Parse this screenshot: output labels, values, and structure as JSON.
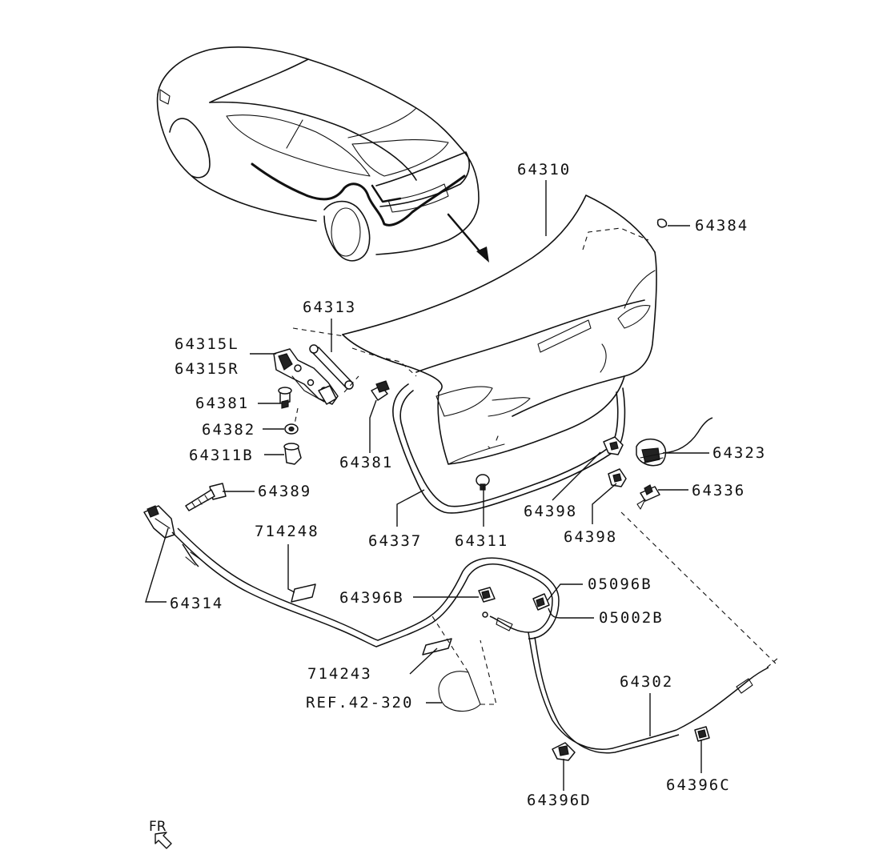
{
  "labels": {
    "p64310": "64310",
    "p64384": "64384",
    "p64313": "64313",
    "p64315L": "64315L",
    "p64315R": "64315R",
    "p64381a": "64381",
    "p64382": "64382",
    "p64311B": "64311B",
    "p64381b": "64381",
    "p64323": "64323",
    "p64336": "64336",
    "p64398a": "64398",
    "p64398b": "64398",
    "p64389": "64389",
    "p64337": "64337",
    "p64311": "64311",
    "p714248": "714248",
    "p64314": "64314",
    "p64396B": "64396B",
    "p05096B": "05096B",
    "p05002B": "05002B",
    "p714243": "714243",
    "ref": "REF.42-320",
    "p64302": "64302",
    "p64396C": "64396C",
    "p64396D": "64396D",
    "fr": "FR"
  },
  "icons": {
    "front_arrow": "fr-arrow-icon",
    "direction_arrow": "arrow-down-right-icon"
  }
}
